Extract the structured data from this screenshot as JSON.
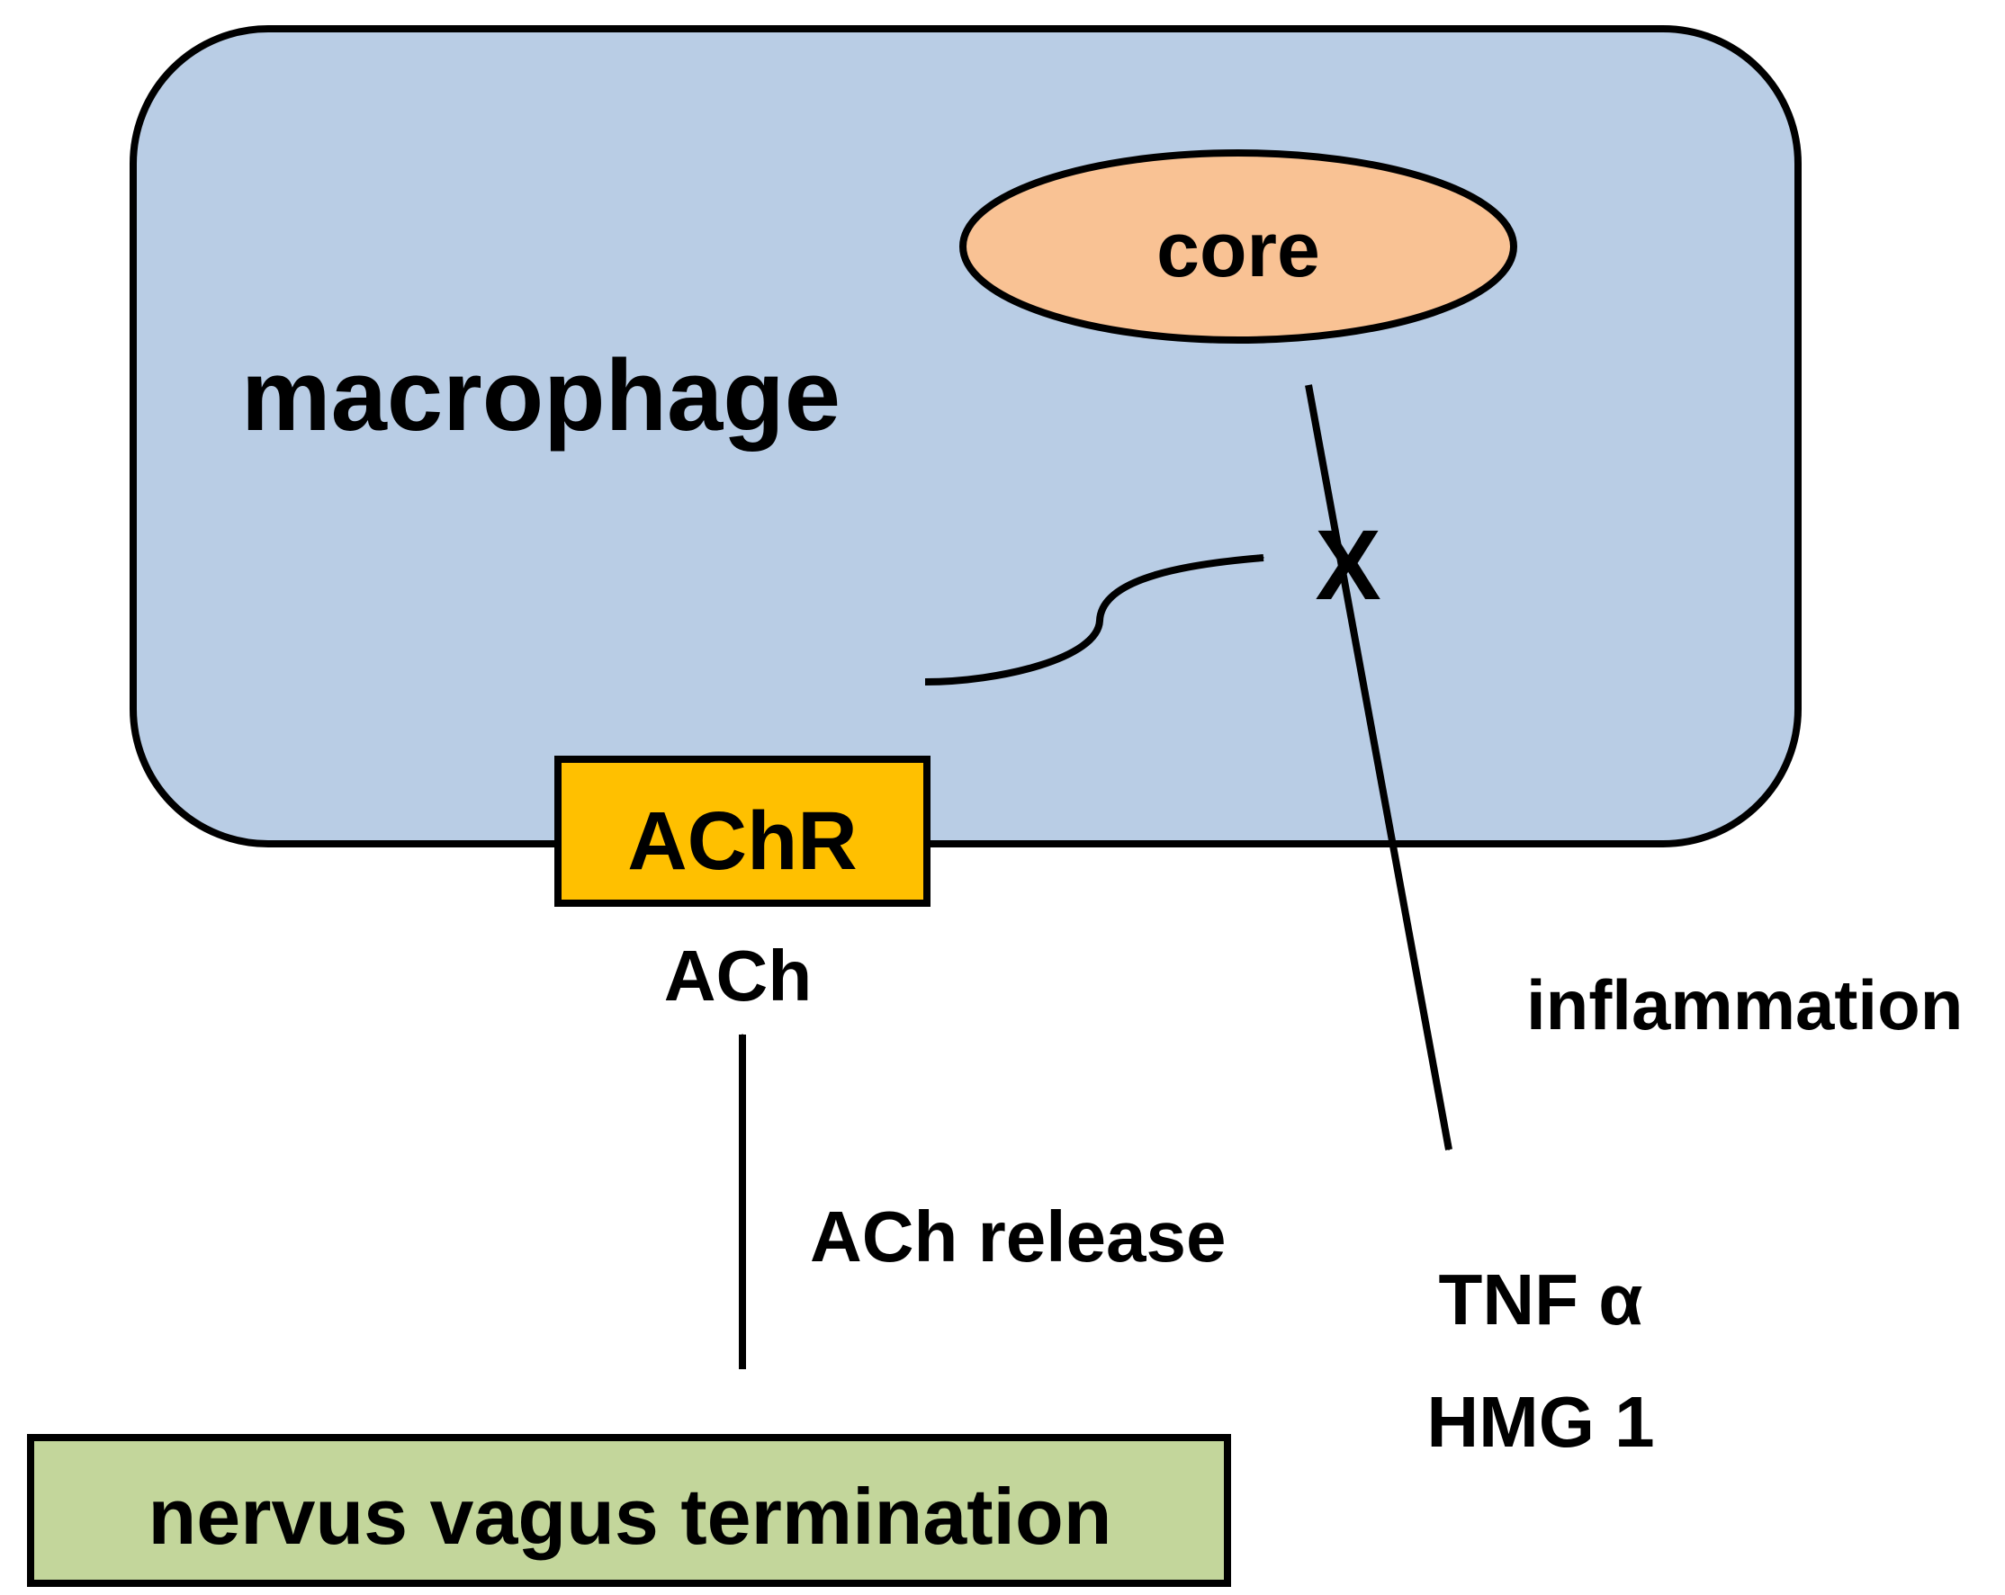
{
  "labels": {
    "macrophage": "macrophage",
    "core": "core",
    "blocked_marker": "X",
    "receptor": "AChR",
    "ligand": "ACh",
    "release": "ACh release",
    "inflammation": "inflammation",
    "cytokine_1": "TNF α",
    "cytokine_2": "HMG 1",
    "nerve": "nervus vagus termination"
  },
  "colors": {
    "macrophage_fill": "#b9cde5",
    "core_fill": "#f9c294",
    "receptor_fill": "#ffc000",
    "nerve_fill": "#c3d69b",
    "stroke": "#000000"
  }
}
